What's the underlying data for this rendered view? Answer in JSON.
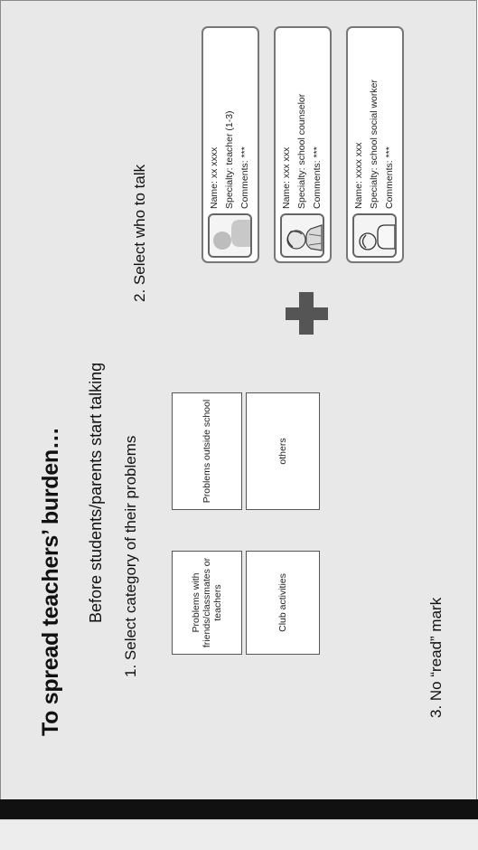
{
  "slide": {
    "title": "To spread teachers’ burden…",
    "subtitle": "Before students/parents start talking",
    "step1": "1. Select category of their problems",
    "step2": "2. Select who to talk",
    "step3": "3. No “read” mark"
  },
  "categories": [
    {
      "label": "Problems with friends/classmates or teachers"
    },
    {
      "label": "Problems outside school"
    },
    {
      "label": "Club activities"
    },
    {
      "label": "others"
    }
  ],
  "contacts": [
    {
      "name": "Name: xx xxxx",
      "specialty": "Specialty: teacher (1-3)",
      "comments": "Comments: ***",
      "avatar_icon": "person-silhouette-icon"
    },
    {
      "name": "Name: xxx xxx",
      "specialty": "Specialty: school counselor",
      "comments": "Comments: ***",
      "avatar_icon": "person-sketch-icon"
    },
    {
      "name": "Name: xxxx xxx",
      "specialty": "Specialty: school social worker",
      "comments": "Comments: ***",
      "avatar_icon": "person-outline-icon"
    }
  ],
  "colors": {
    "background": "#e8e8e8",
    "band": "#111111",
    "plus": "#555555"
  }
}
